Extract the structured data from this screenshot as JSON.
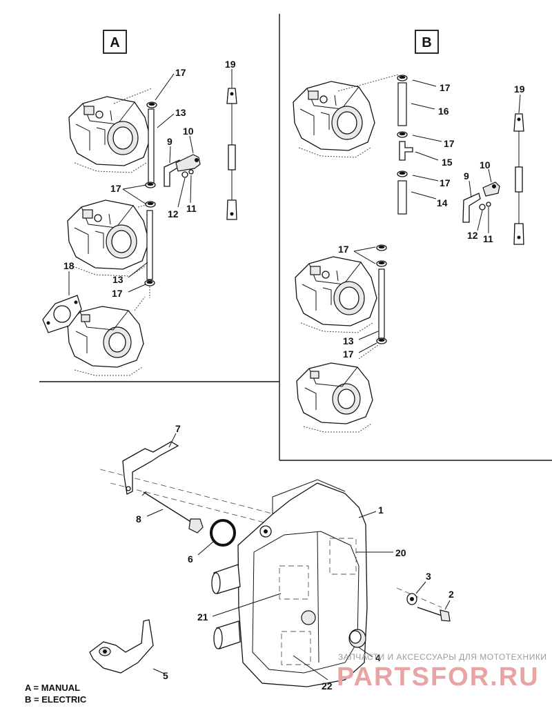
{
  "panels": {
    "a": {
      "label": "A"
    },
    "b": {
      "label": "B"
    }
  },
  "callouts": {
    "a_17_top": "17",
    "a_13_top": "13",
    "a_10": "10",
    "a_9": "9",
    "a_17_mid": "17",
    "a_12": "12",
    "a_11": "11",
    "a_19": "19",
    "a_18": "18",
    "a_13_bot": "13",
    "a_17_bot": "17",
    "b_17_1": "17",
    "b_16": "16",
    "b_17_2": "17",
    "b_15": "15",
    "b_17_3": "17",
    "b_14": "14",
    "b_19": "19",
    "b_9": "9",
    "b_10": "10",
    "b_12": "12",
    "b_11": "11",
    "b_17_4": "17",
    "b_13": "13",
    "b_17_5": "17",
    "p_7": "7",
    "p_8": "8",
    "p_6": "6",
    "p_1": "1",
    "p_20": "20",
    "p_3": "3",
    "p_2": "2",
    "p_21": "21",
    "p_4": "4",
    "p_5": "5",
    "p_22": "22"
  },
  "legend": {
    "line_a": "A = MANUAL",
    "line_b": "B = ELECTRIC"
  },
  "watermark": {
    "caption": "ЗАПЧАСТИ И АКСЕССУАРЫ ДЛЯ МОТОТЕХНИКИ",
    "brand": "PARTSFOR.RU",
    "brand_color": "#e8a3a3"
  }
}
